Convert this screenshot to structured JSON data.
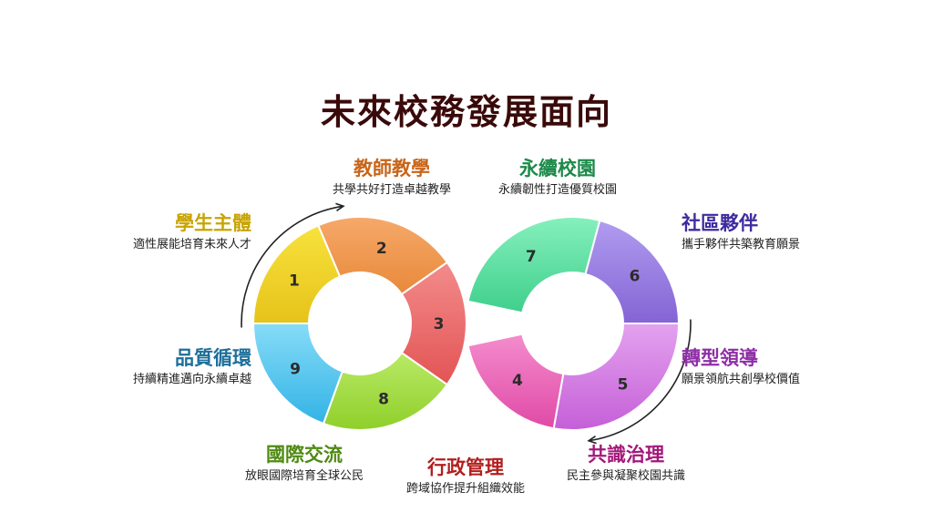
{
  "title": "未來校務發展面向",
  "segments": [
    {
      "num": "1",
      "title": "學生主體",
      "desc": "適性展能培育未來人才",
      "color": "#e6c31a",
      "light": "#f7e23d",
      "title_color": "#c9a400"
    },
    {
      "num": "2",
      "title": "教師教學",
      "desc": "共學共好打造卓越教學",
      "color": "#e8893a",
      "light": "#f6a96a",
      "title_color": "#c8651a"
    },
    {
      "num": "3",
      "title": "行政管理",
      "desc": "跨域協作提升組織效能",
      "color": "#e35454",
      "light": "#f38b8b",
      "title_color": "#b31e1e"
    },
    {
      "num": "4",
      "title": "共識治理",
      "desc": "民主參與凝聚校園共識",
      "color": "#e04aa6",
      "light": "#f48ccd",
      "title_color": "#a3187a"
    },
    {
      "num": "5",
      "title": "轉型領導",
      "desc": "願景領航共創學校價值",
      "color": "#c55fd8",
      "light": "#e3a2ee",
      "title_color": "#8e2fa6"
    },
    {
      "num": "6",
      "title": "社區夥伴",
      "desc": "攜手夥伴共築教育願景",
      "color": "#8464d4",
      "light": "#b09cf0",
      "title_color": "#3f2aa0"
    },
    {
      "num": "7",
      "title": "永續校園",
      "desc": "永續韌性打造優質校園",
      "color": "#3fcf8c",
      "light": "#86f0bd",
      "title_color": "#1d8a4a"
    },
    {
      "num": "8",
      "title": "國際交流",
      "desc": "放眼國際培育全球公民",
      "color": "#8fcf2a",
      "light": "#b9ea66",
      "title_color": "#4f8a12"
    },
    {
      "num": "9",
      "title": "品質循環",
      "desc": "持續精進邁向永續卓越",
      "color": "#33b3e6",
      "light": "#86dcf7",
      "title_color": "#1c6f9a"
    }
  ]
}
